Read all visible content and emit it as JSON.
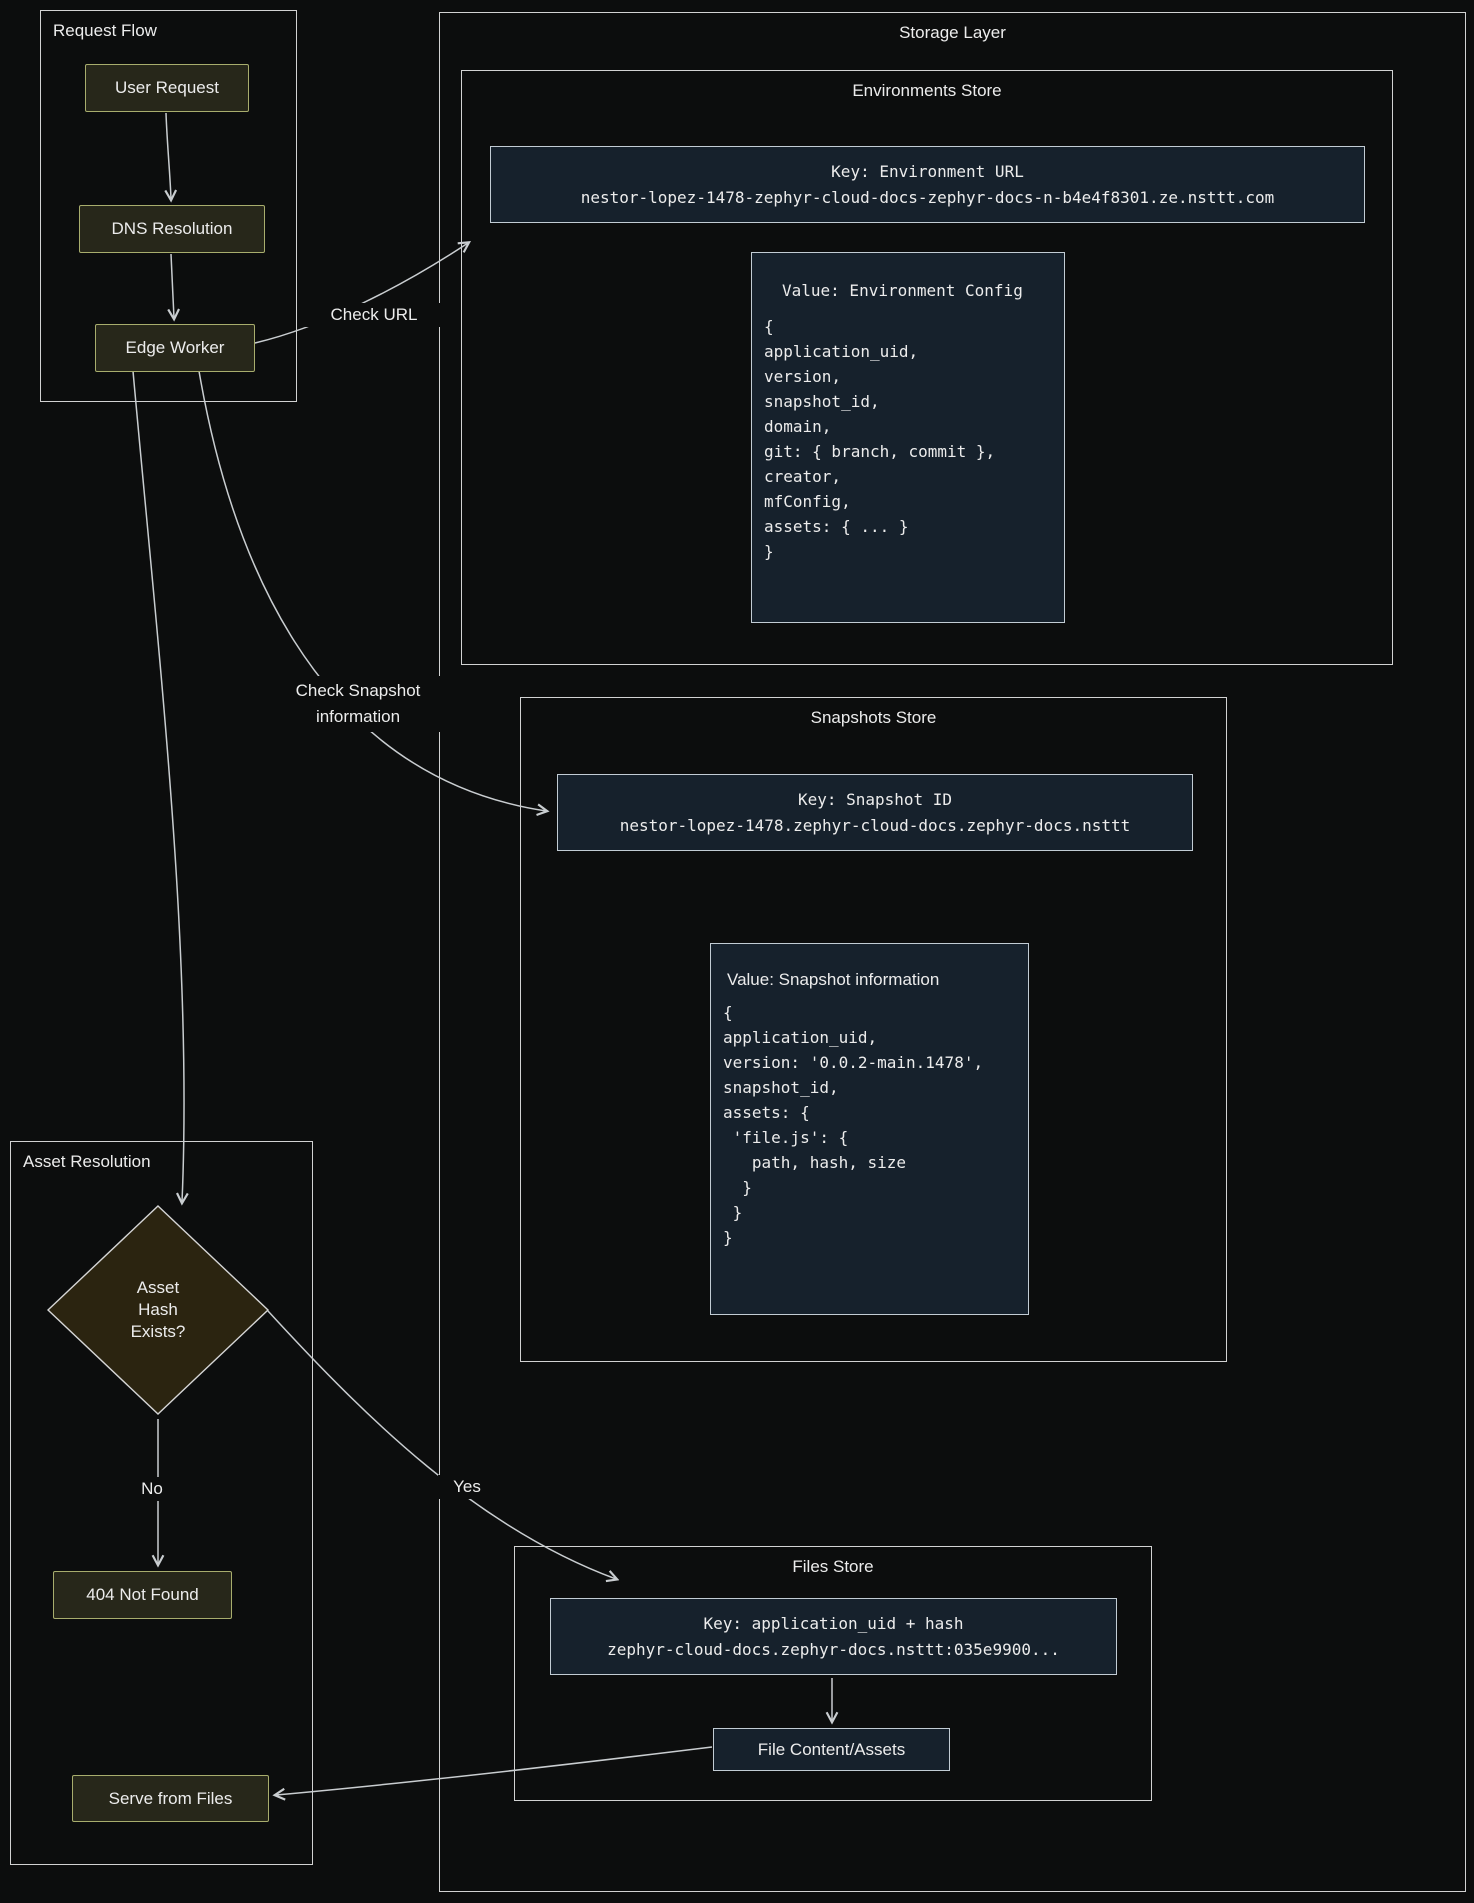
{
  "request_flow": {
    "title": "Request Flow",
    "user_request": "User Request",
    "dns_resolution": "DNS Resolution",
    "edge_worker": "Edge Worker"
  },
  "storage": {
    "title": "Storage Layer",
    "environments": {
      "title": "Environments Store",
      "key_title": "Key: Environment URL",
      "key_value": "nestor-lopez-1478-zephyr-cloud-docs-zephyr-docs-n-b4e4f8301.ze.nsttt.com",
      "value_title": "Value: Environment Config",
      "value_body": "{\napplication_uid,\nversion,\nsnapshot_id,\ndomain,\ngit: { branch, commit },\ncreator,\nmfConfig,\nassets: { ... }\n}"
    },
    "snapshots": {
      "title": "Snapshots Store",
      "key_title": "Key: Snapshot ID",
      "key_value": "nestor-lopez-1478.zephyr-cloud-docs.zephyr-docs.nsttt",
      "value_title": "Value: Snapshot information",
      "value_body": "{\napplication_uid,\nversion: '0.0.2-main.1478',\nsnapshot_id,\nassets: {\n 'file.js': {\n   path, hash, size\n  }\n }\n}"
    },
    "files": {
      "title": "Files Store",
      "key_title": "Key: application_uid + hash",
      "key_value": "zephyr-cloud-docs.zephyr-docs.nsttt:035e9900...",
      "file_content": "File Content/Assets"
    }
  },
  "asset_resolution": {
    "title": "Asset Resolution",
    "decision": "Asset\nHash\nExists?",
    "not_found": "404 Not Found",
    "serve": "Serve from Files"
  },
  "edges": {
    "check_url": "Check URL",
    "check_snapshot": "Check Snapshot\ninformation",
    "no": "No",
    "yes": "Yes"
  },
  "colors": {
    "background": "#0c0d0d",
    "container_border": "#d2d2d2",
    "node_fill": "#27271a",
    "node_border": "#a8ad6d",
    "decision_fill": "#2b2410",
    "decision_border": "#d6d6d6",
    "kv_fill": "#16212c",
    "kv_border": "#c2ccd4",
    "line": "#c9cdd0",
    "text": "#ececec"
  }
}
